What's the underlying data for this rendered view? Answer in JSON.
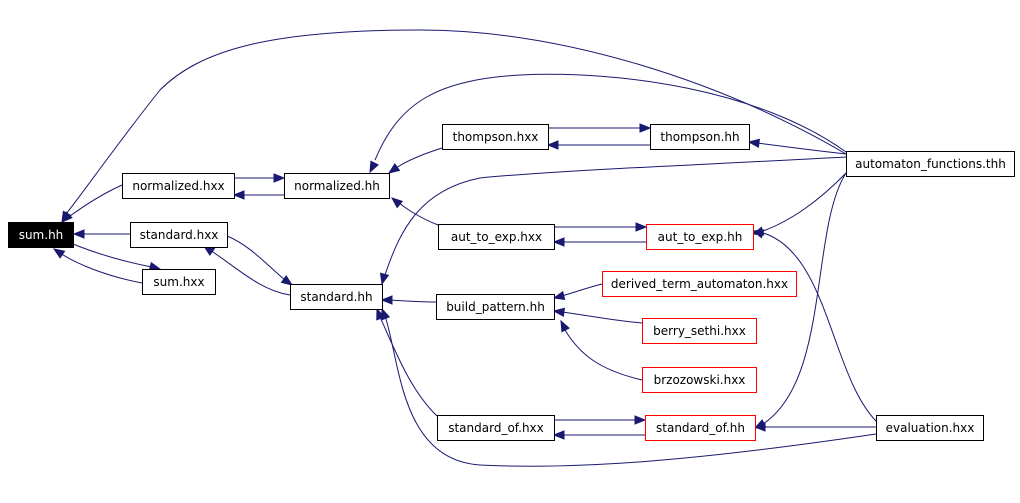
{
  "diagram": {
    "colors": {
      "edge": "#191970",
      "border_default": "#000000",
      "border_highlight": "#ff0000",
      "focus_fill": "#000000",
      "focus_text": "#ffffff",
      "fill": "#ffffff",
      "text": "#000000"
    },
    "nodes": [
      {
        "id": "sum_hh",
        "label": "sum.hh",
        "style": "focus"
      },
      {
        "id": "normalized_hxx",
        "label": "normalized.hxx",
        "style": "default"
      },
      {
        "id": "standard_hxx",
        "label": "standard.hxx",
        "style": "default"
      },
      {
        "id": "sum_hxx",
        "label": "sum.hxx",
        "style": "default"
      },
      {
        "id": "normalized_hh",
        "label": "normalized.hh",
        "style": "default"
      },
      {
        "id": "standard_hh",
        "label": "standard.hh",
        "style": "default"
      },
      {
        "id": "thompson_hxx",
        "label": "thompson.hxx",
        "style": "default"
      },
      {
        "id": "aut_to_exp_hxx",
        "label": "aut_to_exp.hxx",
        "style": "default"
      },
      {
        "id": "build_pattern_hh",
        "label": "build_pattern.hh",
        "style": "default"
      },
      {
        "id": "standard_of_hxx",
        "label": "standard_of.hxx",
        "style": "default"
      },
      {
        "id": "thompson_hh",
        "label": "thompson.hh",
        "style": "default"
      },
      {
        "id": "aut_to_exp_hh",
        "label": "aut_to_exp.hh",
        "style": "red"
      },
      {
        "id": "derived_term_automaton_hxx",
        "label": "derived_term_automaton.hxx",
        "style": "red"
      },
      {
        "id": "berry_sethi_hxx",
        "label": "berry_sethi.hxx",
        "style": "red"
      },
      {
        "id": "brzozowski_hxx",
        "label": "brzozowski.hxx",
        "style": "red"
      },
      {
        "id": "standard_of_hh",
        "label": "standard_of.hh",
        "style": "red"
      },
      {
        "id": "automaton_functions_thh",
        "label": "automaton_functions.thh",
        "style": "default"
      },
      {
        "id": "evaluation_hxx",
        "label": "evaluation.hxx",
        "style": "default"
      }
    ],
    "edges": [
      {
        "from": "normalized_hxx",
        "to": "sum_hh"
      },
      {
        "from": "standard_hxx",
        "to": "sum_hh"
      },
      {
        "from": "sum_hxx",
        "to": "sum_hh"
      },
      {
        "from": "sum_hh",
        "to": "sum_hxx"
      },
      {
        "from": "automaton_functions_thh",
        "to": "sum_hh"
      },
      {
        "from": "normalized_hxx",
        "to": "normalized_hh"
      },
      {
        "from": "normalized_hh",
        "to": "normalized_hxx"
      },
      {
        "from": "standard_hxx",
        "to": "standard_hh"
      },
      {
        "from": "standard_hh",
        "to": "standard_hxx"
      },
      {
        "from": "thompson_hxx",
        "to": "normalized_hh"
      },
      {
        "from": "automaton_functions_thh",
        "to": "normalized_hh"
      },
      {
        "from": "aut_to_exp_hxx",
        "to": "normalized_hh"
      },
      {
        "from": "thompson_hxx",
        "to": "thompson_hh"
      },
      {
        "from": "thompson_hh",
        "to": "thompson_hxx"
      },
      {
        "from": "automaton_functions_thh",
        "to": "thompson_hh"
      },
      {
        "from": "automaton_functions_thh",
        "to": "standard_hh"
      },
      {
        "from": "aut_to_exp_hxx",
        "to": "aut_to_exp_hh"
      },
      {
        "from": "aut_to_exp_hh",
        "to": "aut_to_exp_hxx"
      },
      {
        "from": "automaton_functions_thh",
        "to": "aut_to_exp_hh"
      },
      {
        "from": "evaluation_hxx",
        "to": "aut_to_exp_hh"
      },
      {
        "from": "build_pattern_hh",
        "to": "standard_hh"
      },
      {
        "from": "derived_term_automaton_hxx",
        "to": "build_pattern_hh"
      },
      {
        "from": "berry_sethi_hxx",
        "to": "build_pattern_hh"
      },
      {
        "from": "brzozowski_hxx",
        "to": "build_pattern_hh"
      },
      {
        "from": "standard_of_hxx",
        "to": "standard_hh"
      },
      {
        "from": "evaluation_hxx",
        "to": "standard_hh"
      },
      {
        "from": "standard_of_hxx",
        "to": "standard_of_hh"
      },
      {
        "from": "standard_of_hh",
        "to": "standard_of_hxx"
      },
      {
        "from": "automaton_functions_thh",
        "to": "standard_of_hh"
      },
      {
        "from": "evaluation_hxx",
        "to": "standard_of_hh"
      }
    ]
  }
}
